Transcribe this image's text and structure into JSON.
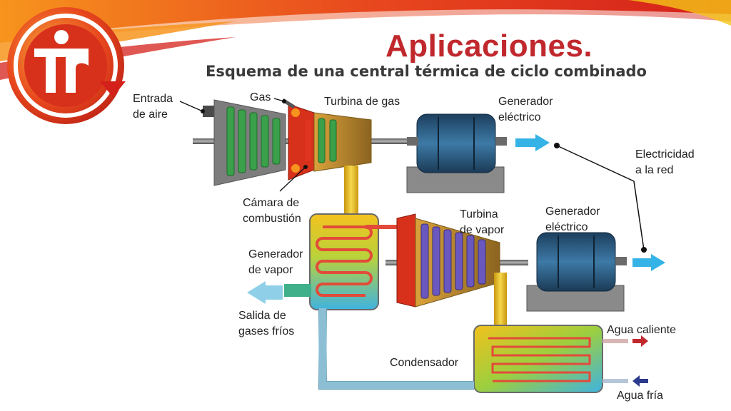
{
  "slide": {
    "title": "Aplicaciones.",
    "subtitle": "Esquema de una central térmica de ciclo combinado"
  },
  "labels": {
    "air_inlet": [
      "Entrada",
      "de aire"
    ],
    "gas": "Gas",
    "gas_turbine": "Turbina de gas",
    "generator_top": [
      "Generador",
      "eléctrico"
    ],
    "electricity": [
      "Electricidad",
      "a la red"
    ],
    "combustion_chamber": [
      "Cámara de",
      "combustión"
    ],
    "steam_generator": [
      "Generador",
      "de vapor"
    ],
    "steam_turbine": [
      "Turbina",
      "de vapor"
    ],
    "generator_bottom": [
      "Generador",
      "eléctrico"
    ],
    "cold_gas_out": [
      "Salida de",
      "gases fríos"
    ],
    "hot_water": "Agua caliente",
    "condenser": "Condensador",
    "cold_water": "Agua fría"
  },
  "colors": {
    "title": "#c0282d",
    "banner_red": "#e02a1c",
    "banner_orange": "#f7941d",
    "generator_blue": "#2e5f86",
    "arrow_cyan": "#36b3e6",
    "pipe_yellow": "#f2c11c",
    "hot_water_arrow": "#c0282d",
    "cold_water_arrow": "#2b3a8c"
  },
  "icons": {
    "logo": "itr-logo-icon"
  }
}
